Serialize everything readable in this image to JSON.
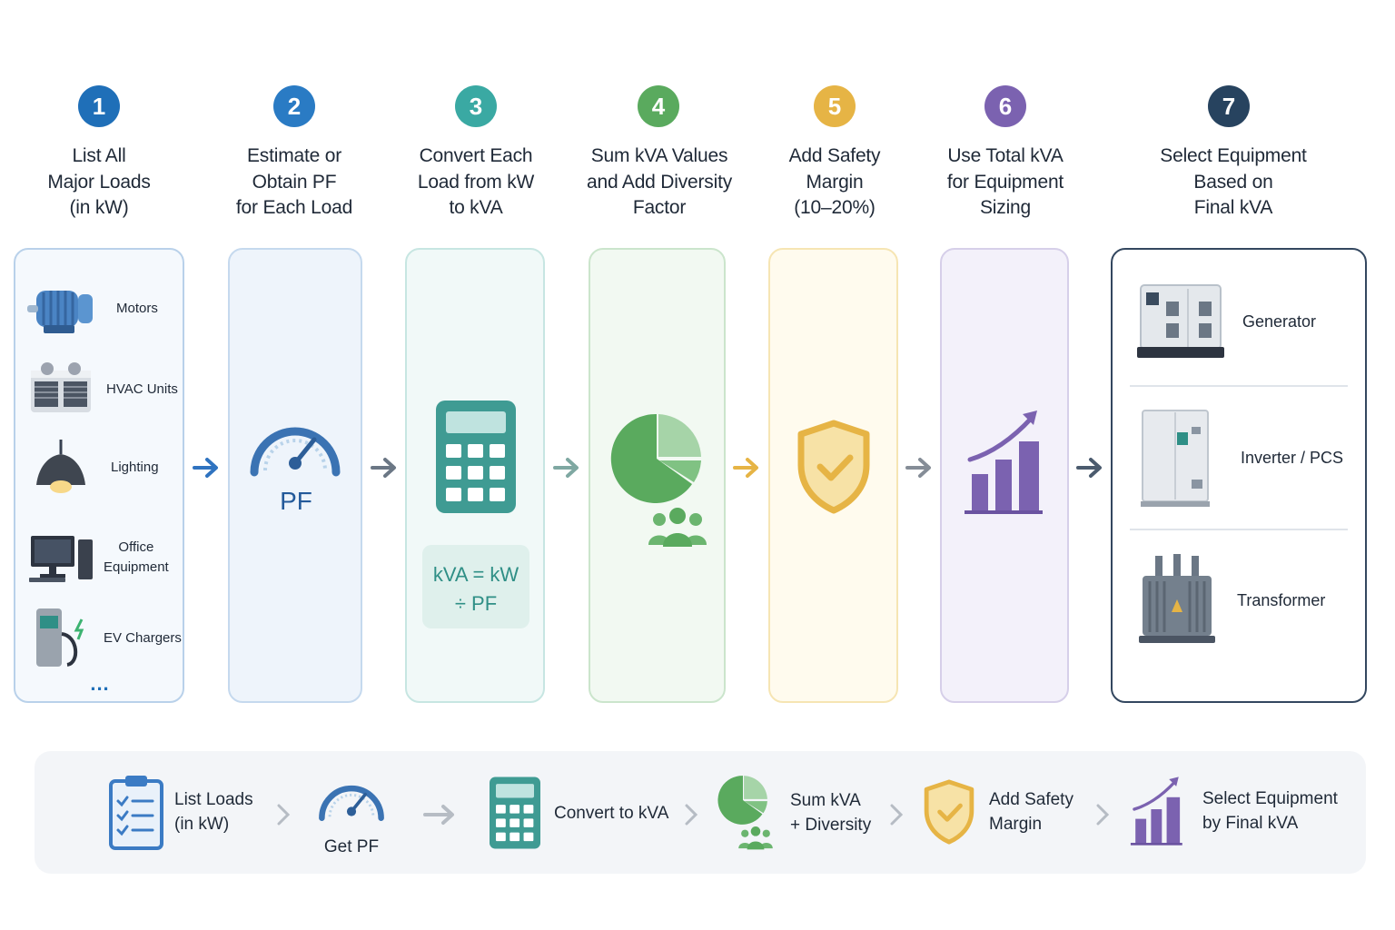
{
  "steps": [
    {
      "number": "1",
      "title": "List All\nMajor Loads\n(in kW)",
      "color": "#1f6fb8"
    },
    {
      "number": "2",
      "title": "Estimate or\nObtain PF\nfor Each Load",
      "color": "#2a7bc4"
    },
    {
      "number": "3",
      "title": "Convert Each\nLoad from kW\nto kVA",
      "color": "#3aa9a3"
    },
    {
      "number": "4",
      "title": "Sum kVA Values\nand Add Diversity\nFactor",
      "color": "#5aaa5e"
    },
    {
      "number": "5",
      "title": "Add Safety\nMargin\n(10–20%)",
      "color": "#e6b445"
    },
    {
      "number": "6",
      "title": "Use Total kVA\nfor Equipment\nSizing",
      "color": "#7b62b0"
    },
    {
      "number": "7",
      "title": "Select Equipment\nBased on\nFinal kVA",
      "color": "#27435f"
    }
  ],
  "loads": {
    "items": [
      {
        "label": "Motors",
        "icon": "motor-icon"
      },
      {
        "label": "HVAC Units",
        "icon": "hvac-icon"
      },
      {
        "label": "Lighting",
        "icon": "lamp-icon"
      },
      {
        "label": "Office\nEquipment",
        "icon": "computer-icon"
      },
      {
        "label": "EV Chargers",
        "icon": "ev-charger-icon"
      }
    ],
    "more": "..."
  },
  "pf": {
    "label": "PF",
    "icon": "gauge-icon"
  },
  "convert": {
    "formula_line1": "kVA = kW",
    "formula_line2": "÷ PF",
    "icon": "calculator-icon"
  },
  "sum": {
    "icon": "pie-chart-icon",
    "people_icon": "people-icon"
  },
  "margin": {
    "icon": "shield-check-icon"
  },
  "sizing": {
    "icon": "bar-chart-growth-icon"
  },
  "equipment": {
    "items": [
      {
        "label": "Generator",
        "icon": "generator-icon"
      },
      {
        "label": "Inverter / PCS",
        "icon": "inverter-icon"
      },
      {
        "label": "Transformer",
        "icon": "transformer-icon"
      }
    ]
  },
  "summary": [
    {
      "label": "List Loads\n(in kW)",
      "icon": "clipboard-icon"
    },
    {
      "label": "Get PF",
      "icon": "gauge-icon"
    },
    {
      "label": "Convert to kVA",
      "icon": "calculator-icon"
    },
    {
      "label": "Sum kVA\n+ Diversity",
      "icon": "pie-chart-icon"
    },
    {
      "label": "Add Safety\nMargin",
      "icon": "shield-check-icon"
    },
    {
      "label": "Select Equipment\nby Final kVA",
      "icon": "bar-chart-growth-icon"
    }
  ]
}
